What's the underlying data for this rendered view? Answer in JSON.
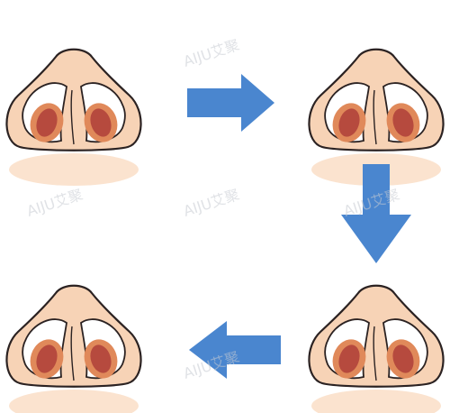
{
  "diagram": {
    "sequence": [
      "nose-stage-1",
      "nose-stage-2",
      "nose-stage-3",
      "nose-stage-4"
    ],
    "stages": [
      {
        "id": "nose-stage-1",
        "name": "nose-stage-1"
      },
      {
        "id": "nose-stage-2",
        "name": "nose-stage-2"
      },
      {
        "id": "nose-stage-3",
        "name": "nose-stage-3"
      },
      {
        "id": "nose-stage-4",
        "name": "nose-stage-4"
      }
    ],
    "arrows": [
      {
        "from": "nose-stage-1",
        "to": "nose-stage-2",
        "direction": "right"
      },
      {
        "from": "nose-stage-2",
        "to": "nose-stage-3",
        "direction": "down"
      },
      {
        "from": "nose-stage-3",
        "to": "nose-stage-4",
        "direction": "left"
      }
    ],
    "colors": {
      "skin": "#f7d3b6",
      "skin_light": "#fbe3cf",
      "outline": "#2b2222",
      "nostril_outer": "#e0895a",
      "nostril_inner": "#b64a3e",
      "cartilage": "#ffffff",
      "arrow": "#4a86cf"
    },
    "watermark": "AIJU艾聚"
  }
}
